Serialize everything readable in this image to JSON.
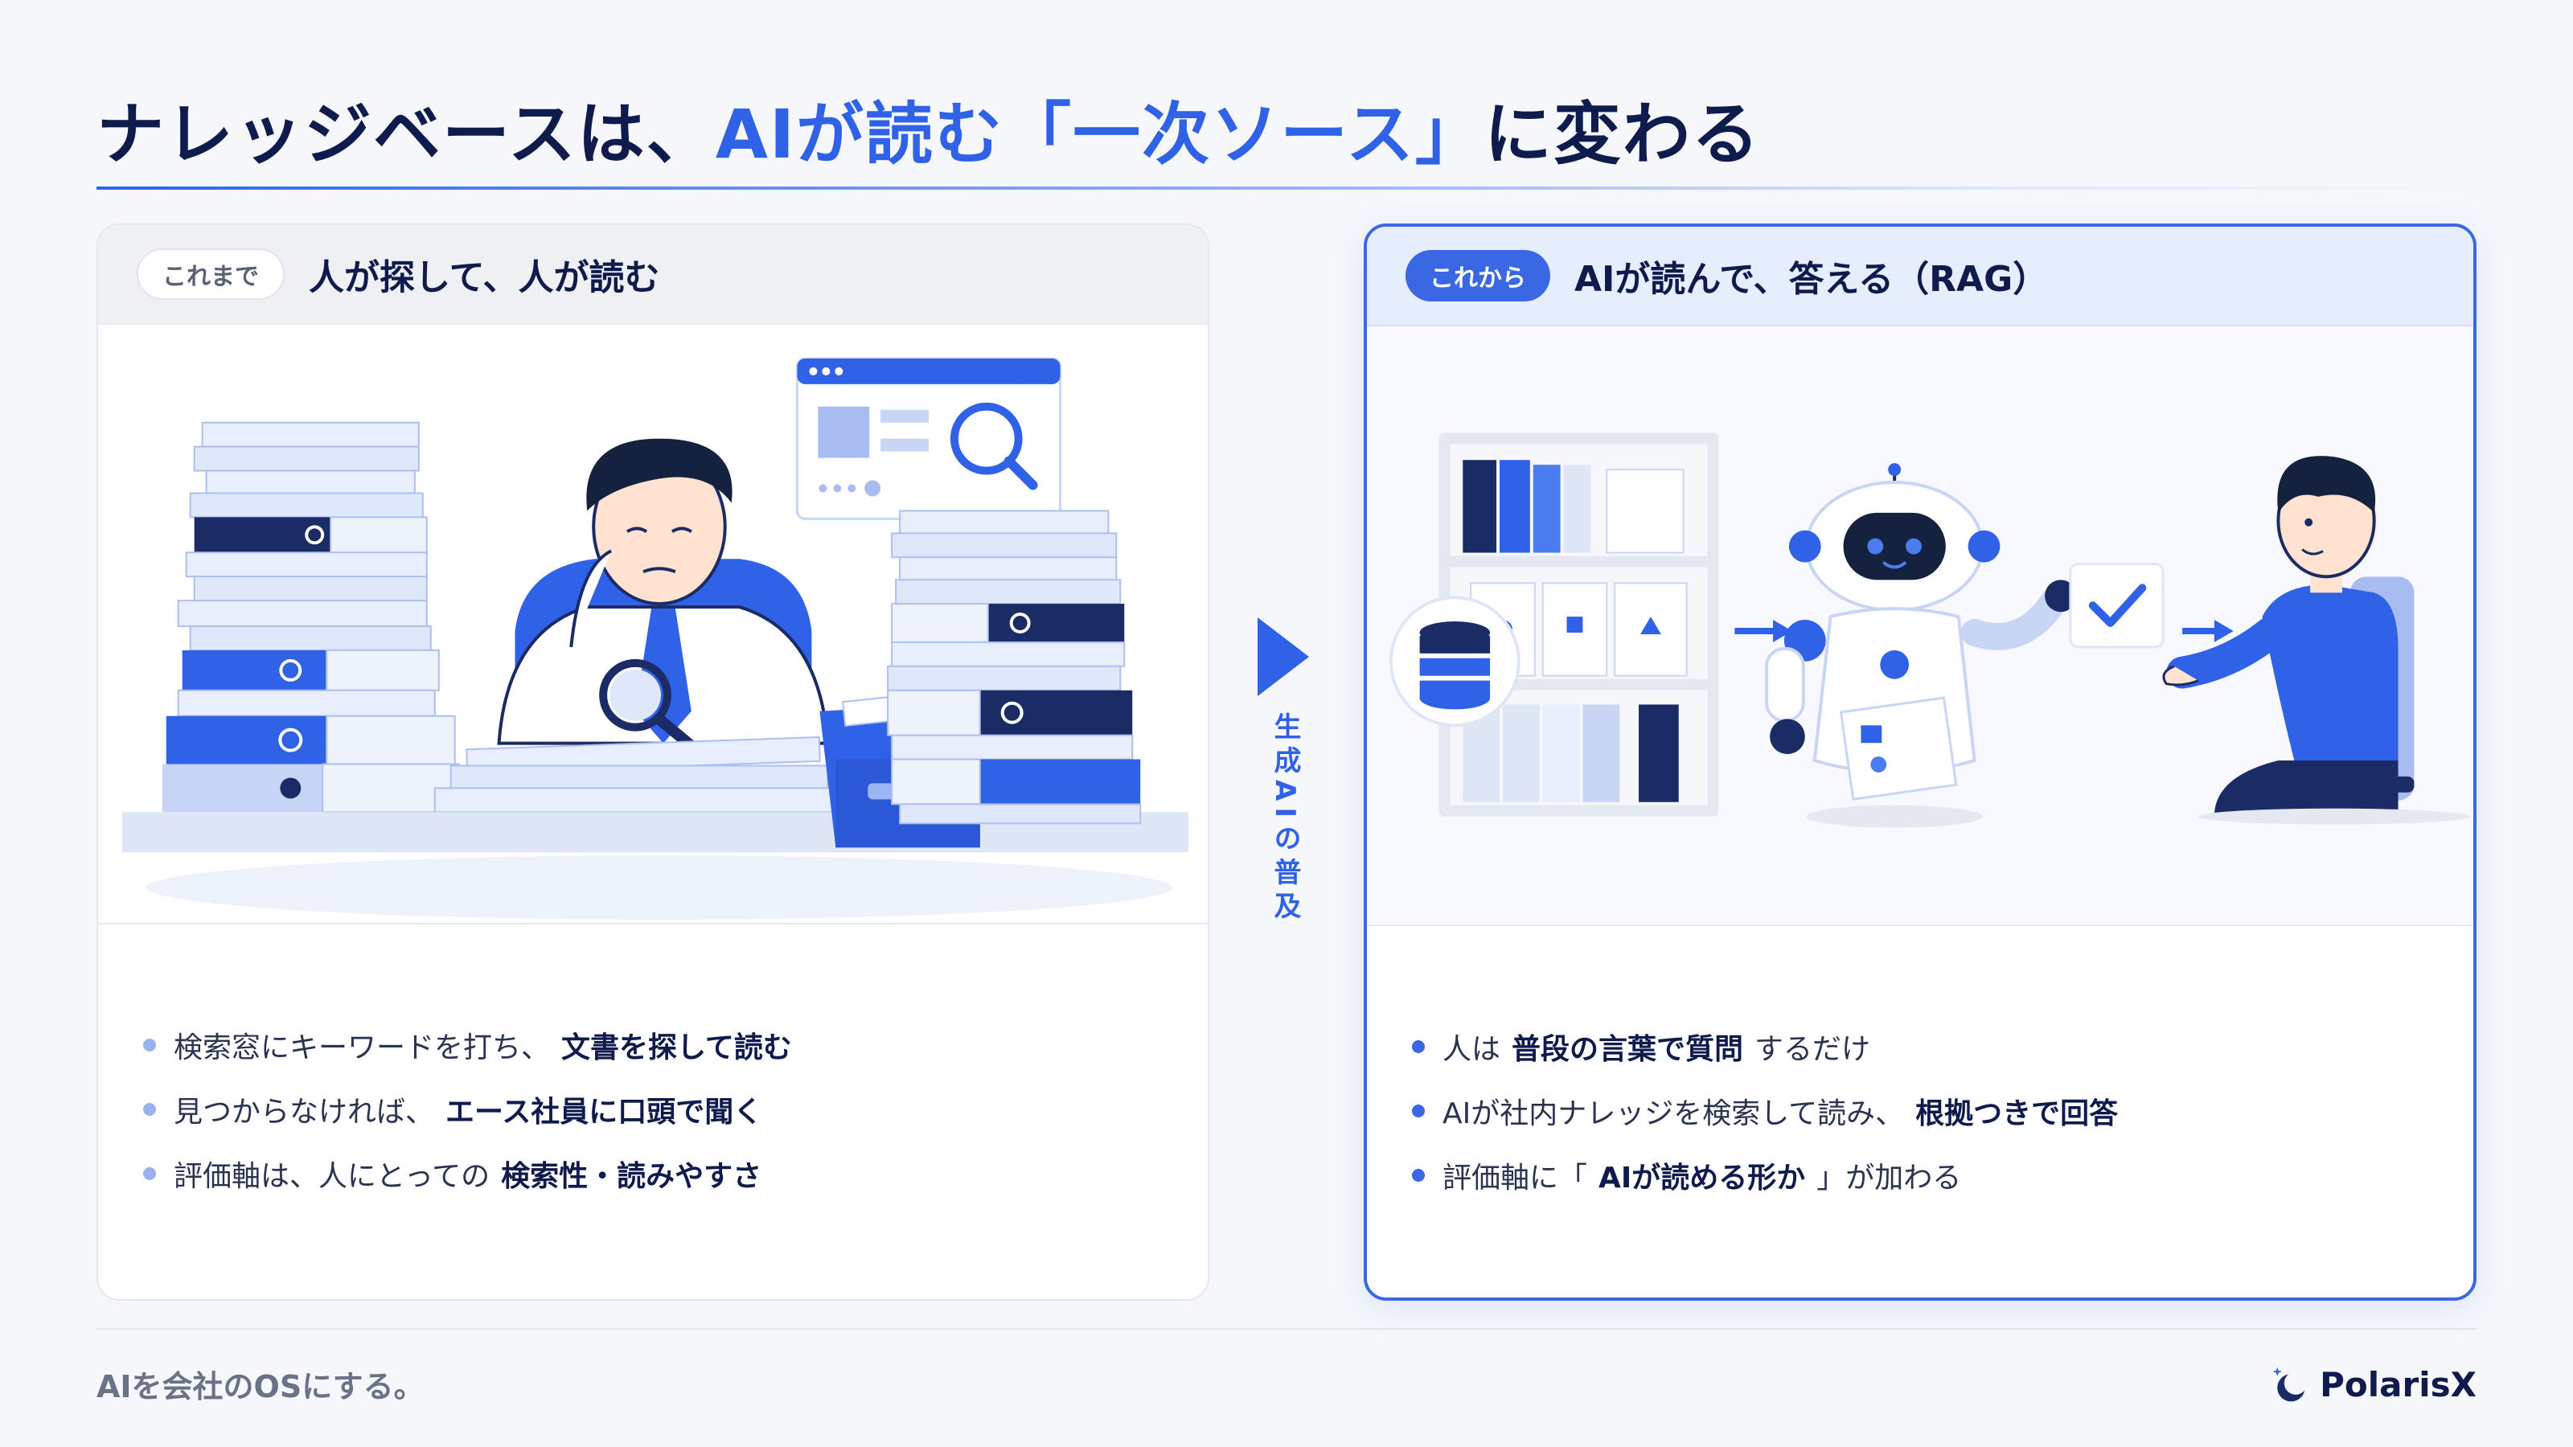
{
  "title": {
    "part1": "ナレッジベースは、",
    "accent": "AIが読む「一次ソース」",
    "part2": "に変わる"
  },
  "left": {
    "badge": "これまで",
    "heading": "人が探して、人が読む",
    "bullets": [
      {
        "text": "検索窓にキーワードを打ち、",
        "bold": "文書を探して読む"
      },
      {
        "text": "見つからなければ、",
        "bold": "エース社員に口頭で聞く"
      },
      {
        "text": "評価軸は、人にとっての",
        "bold": "検索性・読みやすさ"
      }
    ]
  },
  "center": {
    "label": "生成AIの普及"
  },
  "right": {
    "badge": "これから",
    "heading": "AIが読んで、答える（RAG）",
    "bullets": [
      {
        "pre": "人は",
        "bold": "普段の言葉で質問",
        "post": "するだけ"
      },
      {
        "pre": "AIが社内ナレッジを検索して読み、",
        "bold": "根拠つきで回答",
        "post": ""
      },
      {
        "pre": "評価軸に「",
        "bold": "AIが読める形か",
        "post": "」が加わる"
      }
    ]
  },
  "footer": {
    "tagline": "AIを会社のOSにする。",
    "brand": "PolarisX"
  },
  "colors": {
    "accent": "#2f62e6",
    "navy": "#0f1b4c",
    "light_blue": "#9bb0ee",
    "panel_border_active": "#3a68e4"
  },
  "icons": {
    "left_illustration": "overwhelmed-worker-with-binders-illustration",
    "right_illustration": "rag-database-robot-person-illustration",
    "arrow": "triangle-right-icon",
    "logo": "polarisx-logo-icon"
  }
}
